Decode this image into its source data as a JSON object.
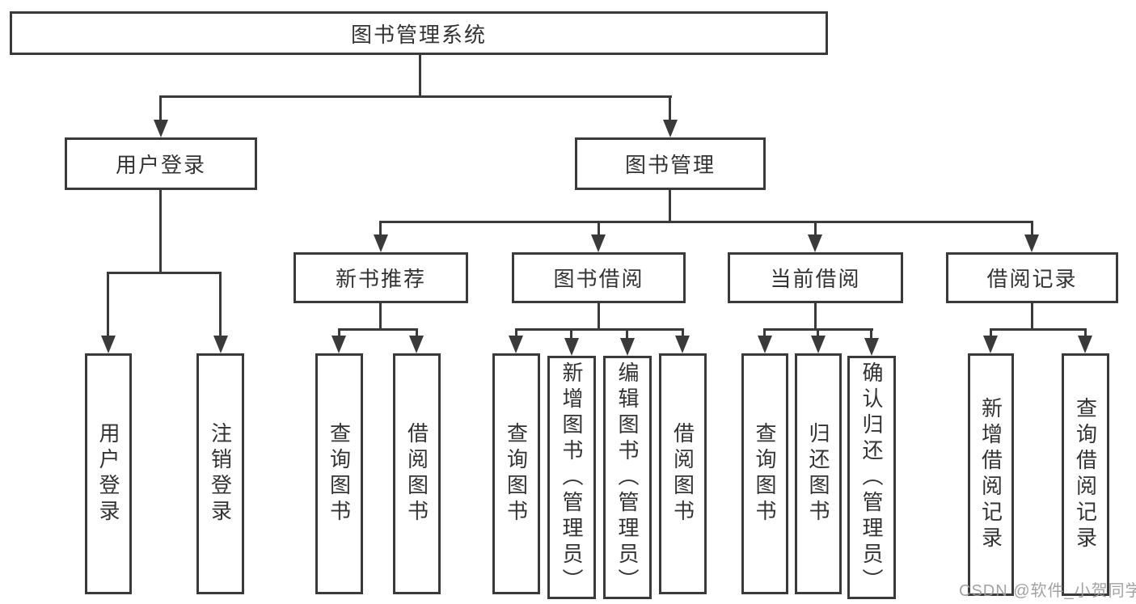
{
  "diagram": {
    "root": {
      "label": "图书管理系统"
    },
    "branches": [
      {
        "label": "用户登录",
        "children": [
          {
            "label": "用户登录"
          },
          {
            "label": "注销登录"
          }
        ]
      },
      {
        "label": "图书管理",
        "children": [
          {
            "label": "新书推荐",
            "children": [
              {
                "label": "查询图书"
              },
              {
                "label": "借阅图书"
              }
            ]
          },
          {
            "label": "图书借阅",
            "children": [
              {
                "label": "查询图书"
              },
              {
                "label": "新增图书（管理员）"
              },
              {
                "label": "编辑图书（管理员）"
              },
              {
                "label": "借阅图书"
              }
            ]
          },
          {
            "label": "当前借阅",
            "children": [
              {
                "label": "查询图书"
              },
              {
                "label": "归还图书"
              },
              {
                "label": "确认归还（管理员）"
              }
            ]
          },
          {
            "label": "借阅记录",
            "children": [
              {
                "label": "新增借阅记录"
              },
              {
                "label": "查询借阅记录"
              }
            ]
          }
        ]
      }
    ]
  },
  "watermark": {
    "text": "CSDN @软件_小贺同学"
  },
  "colors": {
    "line": "#3a3a3a",
    "text": "#333333",
    "watermark": "#9a9a9a",
    "background": "#ffffff"
  }
}
